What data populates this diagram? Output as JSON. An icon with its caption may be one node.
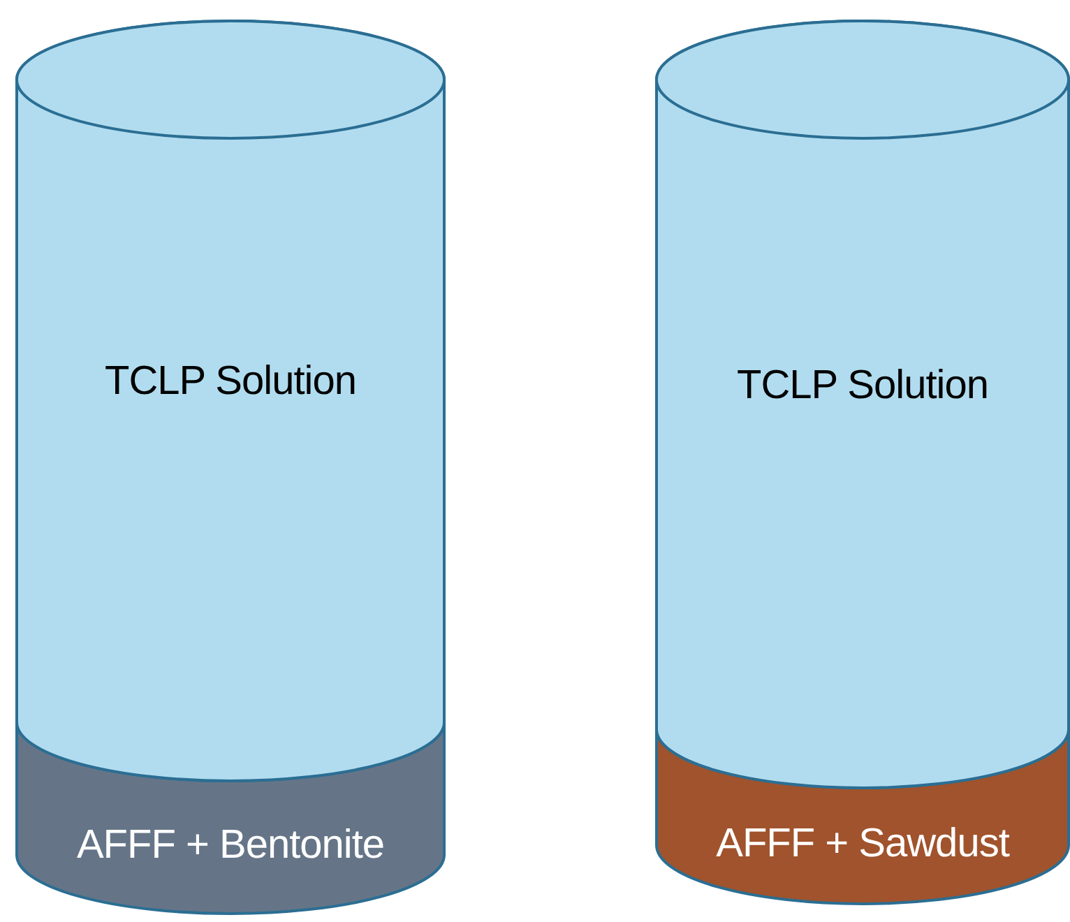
{
  "diagram": {
    "nodes": [
      {
        "text": [
          "TCLP Solution"
        ]
      },
      {
        "text": [
          "AFFF + Bentonite"
        ]
      },
      {
        "text": [
          "TCLP Solution"
        ]
      },
      {
        "text": [
          "AFFF + Sawdust"
        ]
      }
    ]
  }
}
